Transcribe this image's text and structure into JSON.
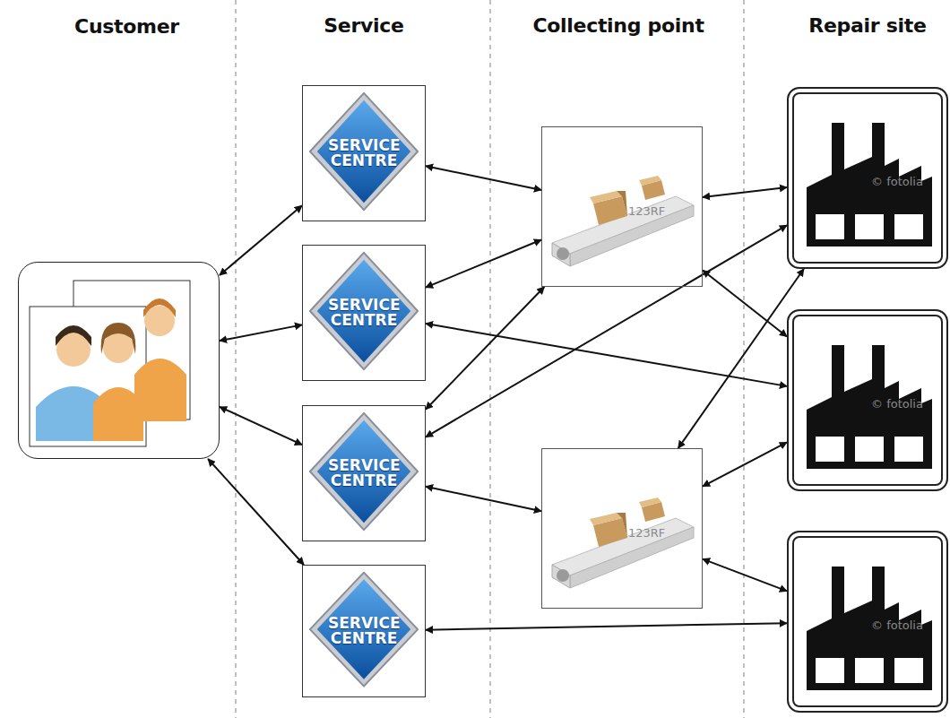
{
  "diagram": {
    "nodes": [
      {
        "text": [
          "Customer"
        ]
      },
      {
        "text": [
          "SERVICE CENTRE"
        ]
      },
      {
        "text": [
          "SERVICE CENTRE"
        ]
      },
      {
        "text": [
          "SERVICE CENTRE"
        ]
      },
      {
        "text": [
          "SERVICE CENTRE"
        ]
      },
      {
        "text": [
          "123RF"
        ]
      },
      {
        "text": [
          "123RF"
        ]
      },
      {
        "text": [
          "© fotolia"
        ]
      },
      {
        "text": [
          "© fotolia"
        ]
      },
      {
        "text": [
          "© fotolia"
        ]
      }
    ],
    "edges": [
      {
        "from": 0,
        "to": 1,
        "arrow": "both"
      },
      {
        "from": 0,
        "to": 2,
        "arrow": "both"
      },
      {
        "from": 0,
        "to": 3,
        "arrow": "both"
      },
      {
        "from": 0,
        "to": 4,
        "arrow": "both"
      },
      {
        "from": 1,
        "to": 5,
        "arrow": "both"
      },
      {
        "from": 2,
        "to": 5,
        "arrow": "both"
      },
      {
        "from": 2,
        "to": 8,
        "arrow": "both"
      },
      {
        "from": 3,
        "to": 5,
        "arrow": "both"
      },
      {
        "from": 3,
        "to": 7,
        "arrow": "both"
      },
      {
        "from": 3,
        "to": 6,
        "arrow": "both"
      },
      {
        "from": 4,
        "to": 9,
        "arrow": "both"
      },
      {
        "from": 5,
        "to": 7,
        "arrow": "both"
      },
      {
        "from": 5,
        "to": 8,
        "arrow": "both"
      },
      {
        "from": 6,
        "to": 7,
        "arrow": "both"
      },
      {
        "from": 6,
        "to": 8,
        "arrow": "both"
      },
      {
        "from": 6,
        "to": 9,
        "arrow": "both"
      }
    ],
    "labels": [
      "Service",
      "Collecting point",
      "Repair site"
    ]
  }
}
